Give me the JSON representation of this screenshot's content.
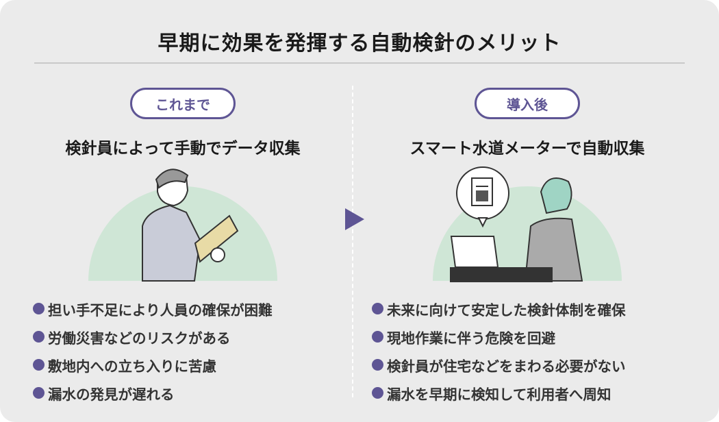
{
  "title": "早期に効果を発揮する自動検針のメリット",
  "before": {
    "badge": "これまで",
    "heading": "検針員によって手動でデータ収集",
    "items": [
      "担い手不足により人員の確保が困難",
      "労働災害などのリスクがある",
      "敷地内への立ち入りに苦慮",
      "漏水の発見が遅れる"
    ]
  },
  "after": {
    "badge": "導入後",
    "heading": "スマート水道メーターで自動収集",
    "items": [
      "未来に向けて安定した検針体制を確保",
      "現地作業に伴う危険を回避",
      "検針員が住宅などをまわる必要がない",
      "漏水を早期に検知して利用者へ周知"
    ]
  },
  "colors": {
    "accent": "#5e5594",
    "green": "#cfe6d6",
    "background": "#ebebeb"
  }
}
